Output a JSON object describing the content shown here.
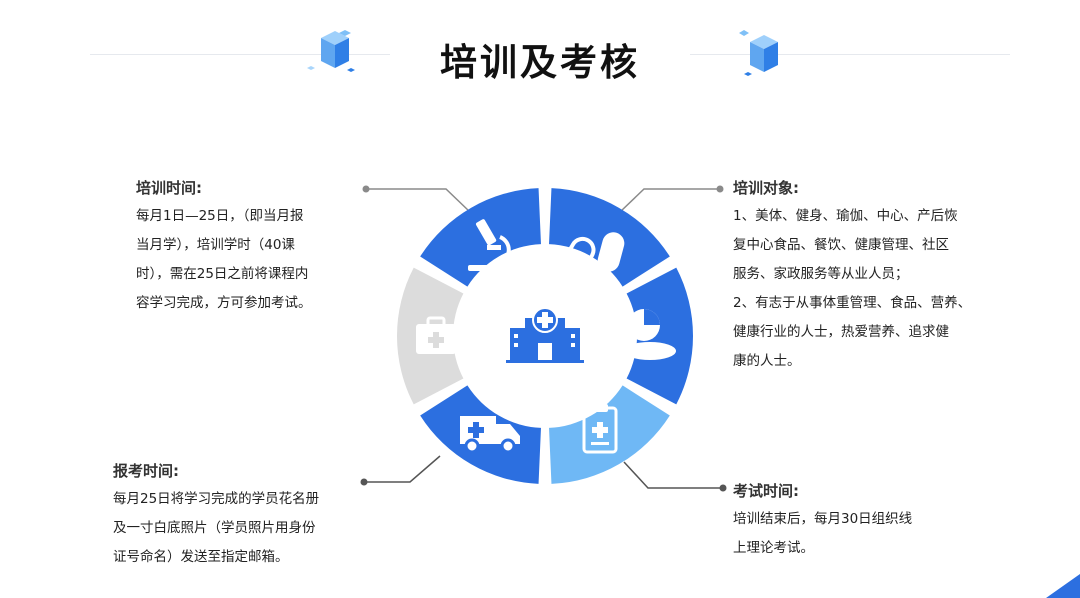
{
  "title": "培训及考核",
  "sections": {
    "training_time": {
      "heading": "培训时间:",
      "lines": [
        "每月1日—25日，（即当月报",
        "当月学），培训学时（40课",
        "时），需在25日之前将课程内",
        "容学习完成，方可参加考试。"
      ]
    },
    "training_target": {
      "heading": "培训对象:",
      "lines": [
        "1、美体、健身、瑜伽、中心、产后恢",
        "复中心食品、餐饮、健康管理、社区",
        "服务、家政服务等从业人员；",
        "2、有志于从事体重管理、食品、营养、",
        "健康行业的人士，热爱营养、追求健",
        "康的人士。"
      ]
    },
    "registration_time": {
      "heading": "报考时间:",
      "lines": [
        "每月25日将学习完成的学员花名册",
        "及一寸白底照片（学员照片用身份",
        "证号命名）发送至指定邮箱。"
      ]
    },
    "exam_time": {
      "heading": "考试时间:",
      "lines": [
        "培训结束后，每月30日组织线",
        "上理论考试。"
      ]
    }
  },
  "icons": {
    "center": "hospital-icon",
    "segments": [
      "microscope-icon",
      "pills-icon",
      "pie-pill-icon",
      "clipboard-icon",
      "ambulance-icon",
      "first-aid-kit-icon"
    ]
  },
  "colors": {
    "primary_blue": "#2c6fe0",
    "light_blue": "#6fb8f5",
    "gray": "#dcdcdc",
    "connector": "#8a8a8a",
    "dark_dot": "#555555"
  }
}
